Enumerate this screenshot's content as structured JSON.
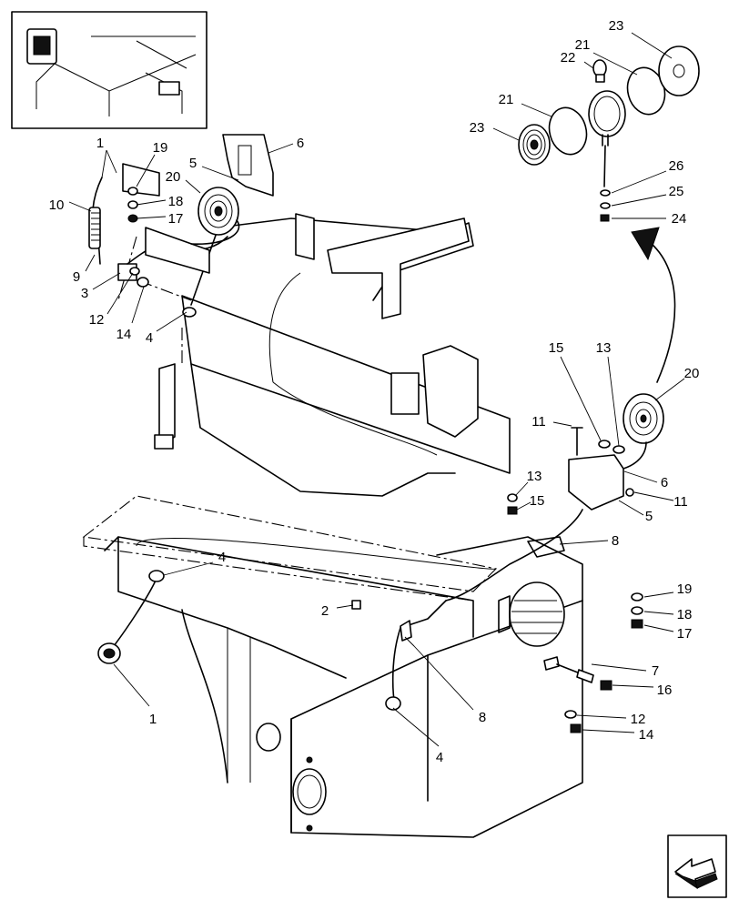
{
  "callouts": [
    {
      "label": "1"
    },
    {
      "label": "19"
    },
    {
      "label": "6"
    },
    {
      "label": "5"
    },
    {
      "label": "20"
    },
    {
      "label": "10"
    },
    {
      "label": "18"
    },
    {
      "label": "17"
    },
    {
      "label": "9"
    },
    {
      "label": "3"
    },
    {
      "label": "12"
    },
    {
      "label": "14"
    },
    {
      "label": "4"
    },
    {
      "label": "23"
    },
    {
      "label": "21"
    },
    {
      "label": "22"
    },
    {
      "label": "21"
    },
    {
      "label": "23"
    },
    {
      "label": "26"
    },
    {
      "label": "25"
    },
    {
      "label": "24"
    },
    {
      "label": "15"
    },
    {
      "label": "13"
    },
    {
      "label": "20"
    },
    {
      "label": "11"
    },
    {
      "label": "6"
    },
    {
      "label": "11"
    },
    {
      "label": "13"
    },
    {
      "label": "15"
    },
    {
      "label": "5"
    },
    {
      "label": "8"
    },
    {
      "label": "4"
    },
    {
      "label": "2"
    },
    {
      "label": "19"
    },
    {
      "label": "18"
    },
    {
      "label": "17"
    },
    {
      "label": "7"
    },
    {
      "label": "16"
    },
    {
      "label": "12"
    },
    {
      "label": "14"
    },
    {
      "label": "8"
    },
    {
      "label": "4"
    },
    {
      "label": "1"
    }
  ]
}
